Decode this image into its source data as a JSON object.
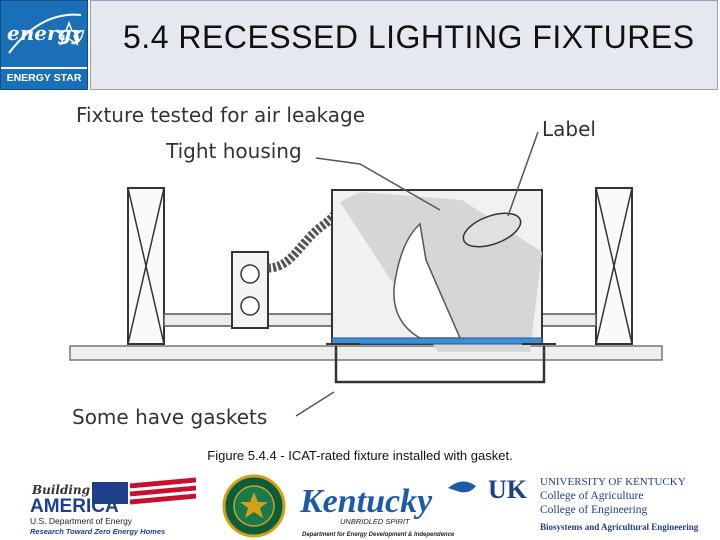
{
  "header": {
    "logo_text": "ENERGY STAR",
    "logo_script": "energy",
    "title": "5.4  RECESSED LIGHTING FIXTURES"
  },
  "figure": {
    "labels": {
      "tested": "Fixture tested for air leakage",
      "housing": "Tight housing",
      "label": "Label",
      "gaskets": "Some have gaskets"
    },
    "caption": "Figure 5.4.4 - ICAT-rated fixture installed with gasket."
  },
  "footer_logos": {
    "building_america": {
      "line1": "Building",
      "line2": "AMERICA",
      "line3": "U.S. Department of Energy",
      "line4": "Research Toward Zero Energy Homes"
    },
    "doe_seal": "doe-seal",
    "kentucky": {
      "name": "Kentucky",
      "tagline": "UNBRIDLED SPIRIT",
      "dept": "Department for Energy Development & Independence"
    },
    "uk": {
      "mark": "UK",
      "line1": "UNIVERSITY OF KENTUCKY",
      "line2": "College of Agriculture",
      "line3": "College of Engineering",
      "line4": "Biosystems and Agricultural Engineering"
    }
  },
  "colors": {
    "energy_blue": "#1b6fb6",
    "gasket_blue": "#3c8fd2",
    "kentucky_blue": "#1d5aa8",
    "uk_blue": "#1f3f87"
  }
}
